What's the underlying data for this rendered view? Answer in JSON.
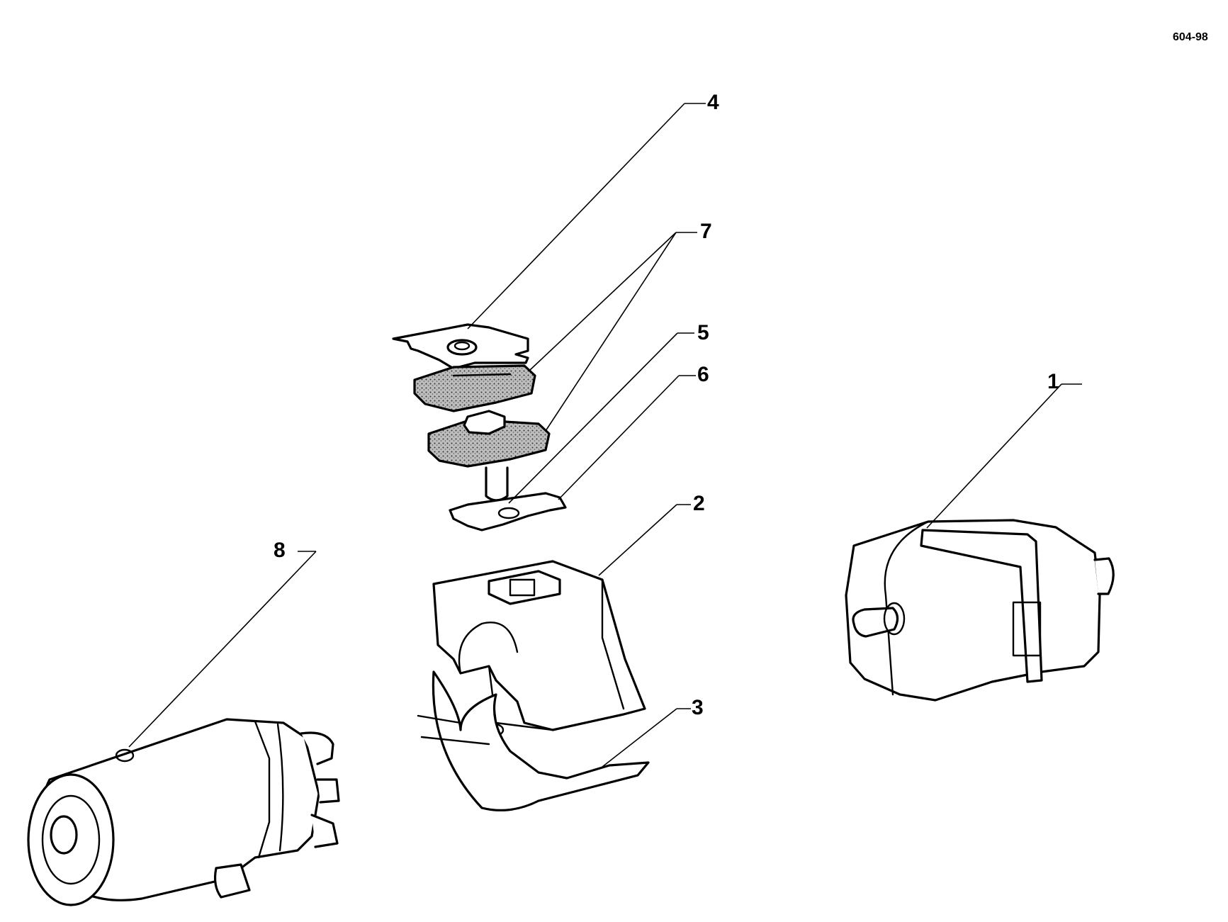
{
  "document_number": "604-98",
  "callouts": [
    {
      "id": "1",
      "label": "1"
    },
    {
      "id": "2",
      "label": "2"
    },
    {
      "id": "3",
      "label": "3"
    },
    {
      "id": "4",
      "label": "4"
    },
    {
      "id": "5",
      "label": "5"
    },
    {
      "id": "6",
      "label": "6"
    },
    {
      "id": "7",
      "label": "7"
    },
    {
      "id": "8",
      "label": "8"
    }
  ]
}
